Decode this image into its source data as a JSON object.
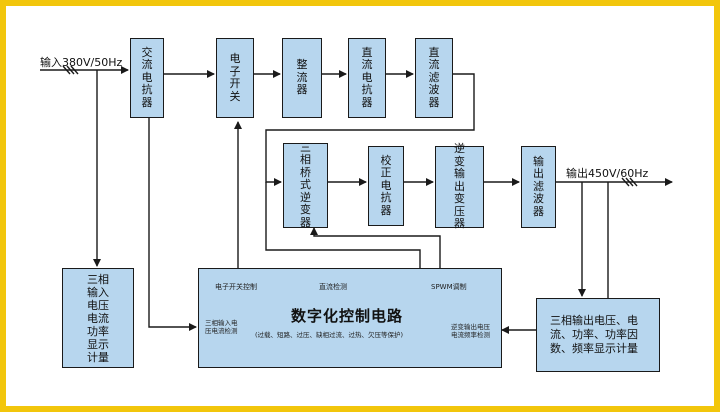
{
  "input_label": "输入380V/50Hz",
  "output_label": "输出450V/60Hz",
  "blocks": {
    "ac_reactor": "交流电抗器",
    "electronic_switch": "电子开关",
    "rectifier": "整流器",
    "dc_reactor": "直流电抗器",
    "dc_filter": "直流滤波器",
    "bridge_inverter": "三相桥式逆变器",
    "correction_reactor": "校正电抗器",
    "output_transformer": "逆变输出变压器",
    "output_filter": "输出滤波器",
    "input_meter": "三相输入电压电流功率显示计量",
    "output_meter": "三相输出电压、电流、功率、功率因数、频率显示计量"
  },
  "control": {
    "title": "数字化控制电路",
    "switch_control": "电子开关控制",
    "dc_detect": "直流检测",
    "spwm": "SPWM调制",
    "input_detect": "三相输入电压电流检测",
    "output_detect": "逆变输出电压电流频率检测",
    "protection": "(过载、短路、过压、缺相过流、过热、欠压等保护)"
  },
  "colors": {
    "block_fill": "#b7d6ee",
    "frame": "#f2c60c",
    "line": "#1a1a1a"
  }
}
